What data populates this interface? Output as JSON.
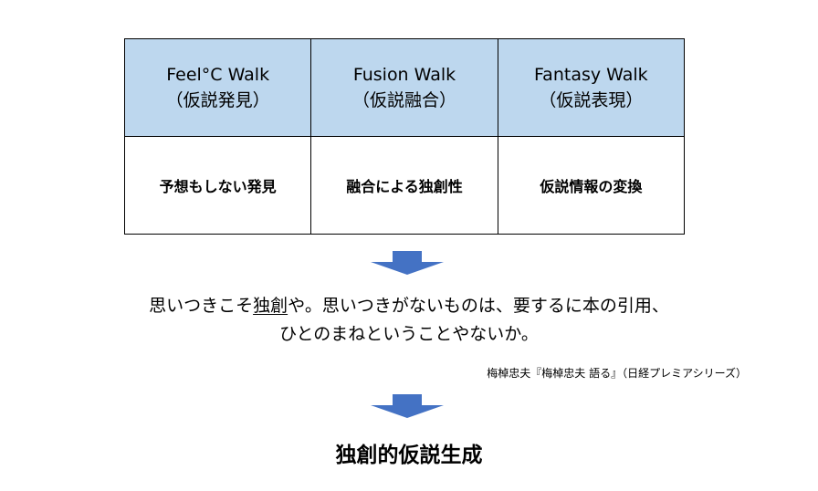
{
  "table": {
    "columns": [
      {
        "title": "Feel°C Walk",
        "subtitle": "（仮説発見）",
        "body": "予想もしない発見"
      },
      {
        "title": "Fusion Walk",
        "subtitle": "（仮説融合）",
        "body": "融合による独創性"
      },
      {
        "title": "Fantasy Walk",
        "subtitle": "（仮説表現）",
        "body": "仮説情報の変換"
      }
    ],
    "header_color": "#bdd7ee"
  },
  "arrow": {
    "color": "#4472c4",
    "icon": "down-arrow-icon"
  },
  "quote": {
    "line1_before": "思いつきこそ",
    "line1_underlined": "独創",
    "line1_after": "や。思いつきがないものは、要するに本の引用、",
    "line2": "ひとのまねということやないか。"
  },
  "citation": "梅棹忠夫『梅棹忠夫 語る』（日経プレミアシリーズ）",
  "conclusion": "独創的仮説生成"
}
